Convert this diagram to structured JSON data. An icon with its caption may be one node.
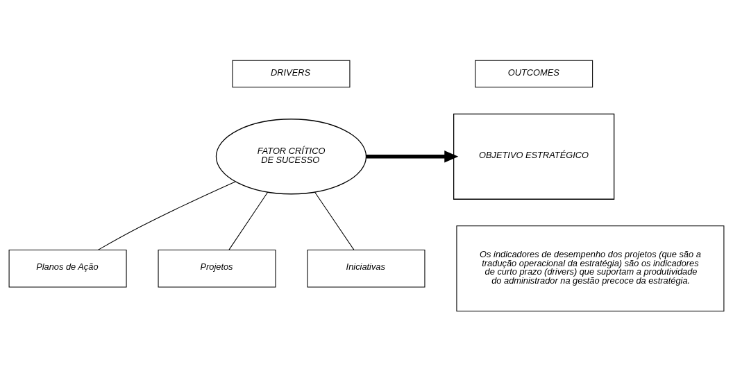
{
  "diagram": {
    "nodes": [
      {
        "text": [
          "OUTCOMES"
        ]
      },
      {
        "text": [
          "DRIVERS"
        ]
      },
      {
        "text": [
          "OBJETIVO ESTRATÉGICO"
        ]
      },
      {
        "text": [
          "FATOR CRÍTICO DE SUCESSO"
        ]
      },
      {
        "text": [
          "Planos de Ação"
        ]
      },
      {
        "text": [
          "Projetos"
        ]
      },
      {
        "text": [
          "Iniciativas"
        ]
      },
      {
        "text": [
          "Os indicadores de desempenho dos projetos (que são a tradução operacional da estratégia) são os indicadores de curto prazo (drivers) que suportam a produtividade do administrador na gestão precoce da estratégia."
        ]
      }
    ],
    "edges": [
      {
        "from": 3,
        "to": 2,
        "arrow": "to",
        "style": "thick"
      },
      {
        "from": 3,
        "to": 4,
        "arrow": "none"
      },
      {
        "from": 3,
        "to": 5,
        "arrow": "none"
      },
      {
        "from": 3,
        "to": 6,
        "arrow": "none"
      }
    ]
  }
}
